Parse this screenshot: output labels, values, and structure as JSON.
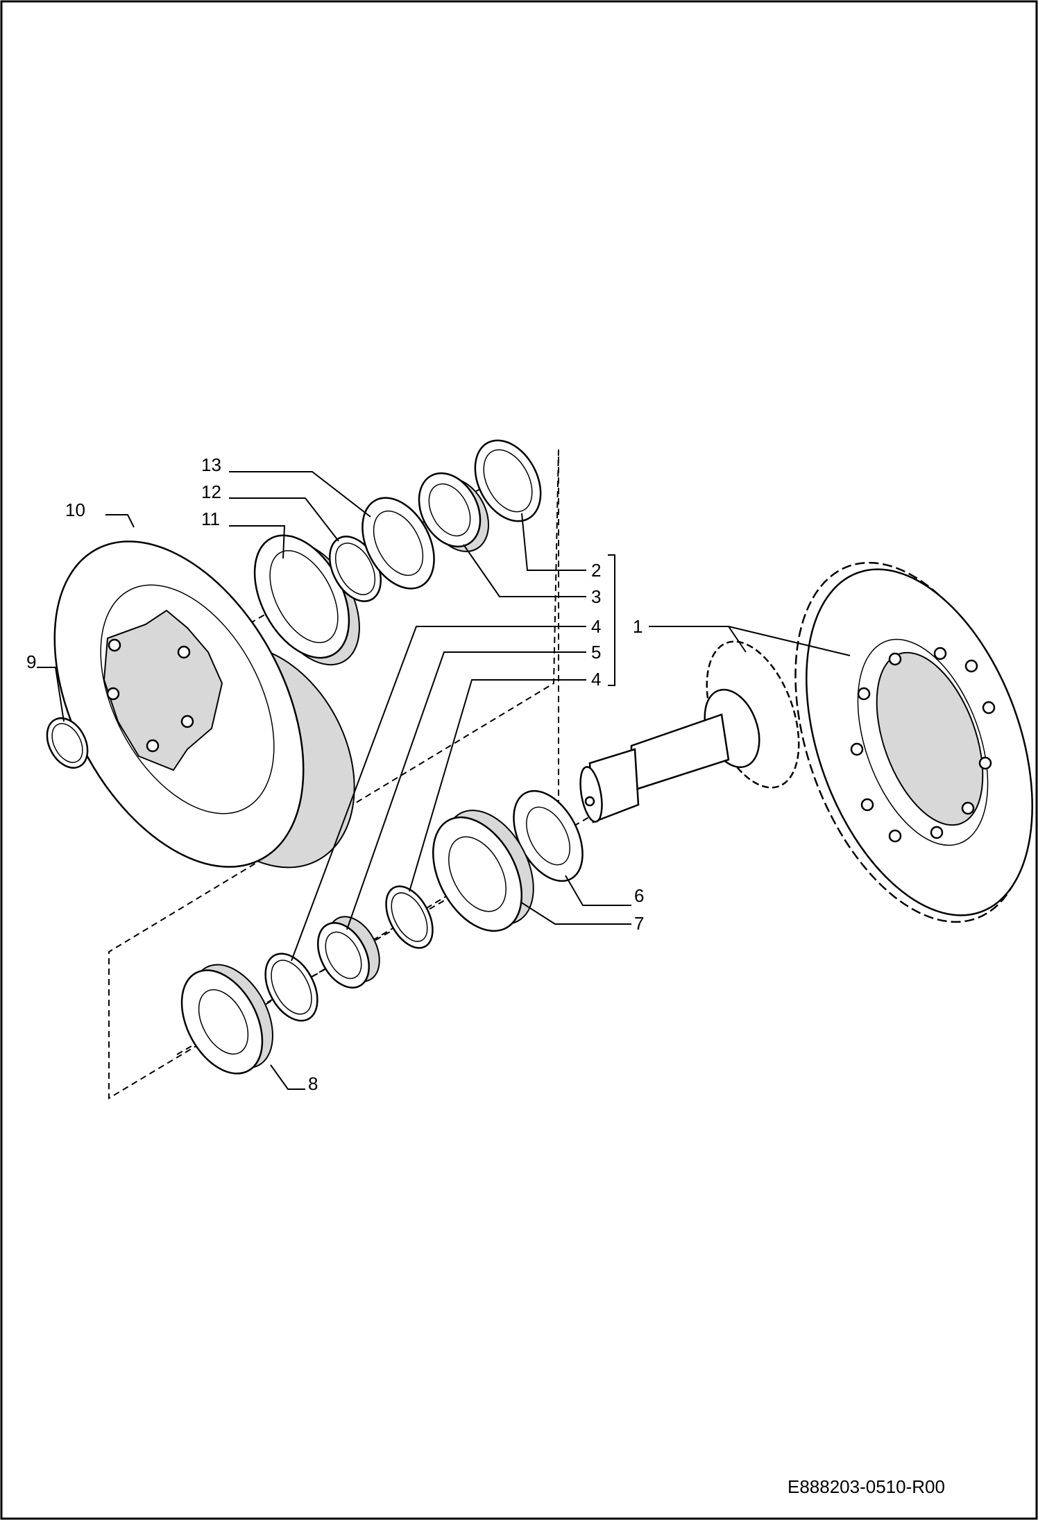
{
  "drawing_code": "E888203-0510-R00",
  "callouts": {
    "c1": "1",
    "c2": "2",
    "c3": "3",
    "c4a": "4",
    "c5": "5",
    "c4b": "4",
    "c6": "6",
    "c7": "7",
    "c8": "8",
    "c9": "9",
    "c10": "10",
    "c11": "11",
    "c12": "12",
    "c13": "13"
  }
}
